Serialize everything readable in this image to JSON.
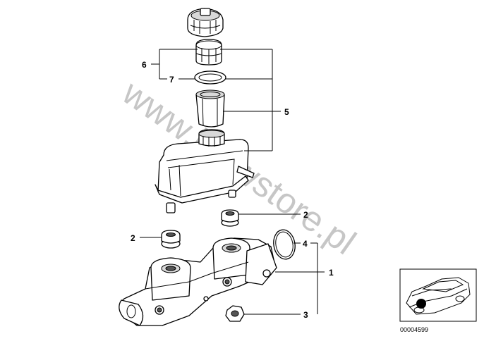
{
  "diagram": {
    "watermark": "www.bmwstore.pl",
    "callouts": [
      "1",
      "2",
      "2",
      "3",
      "4",
      "5",
      "6",
      "7"
    ],
    "reference_code": "00004599"
  }
}
